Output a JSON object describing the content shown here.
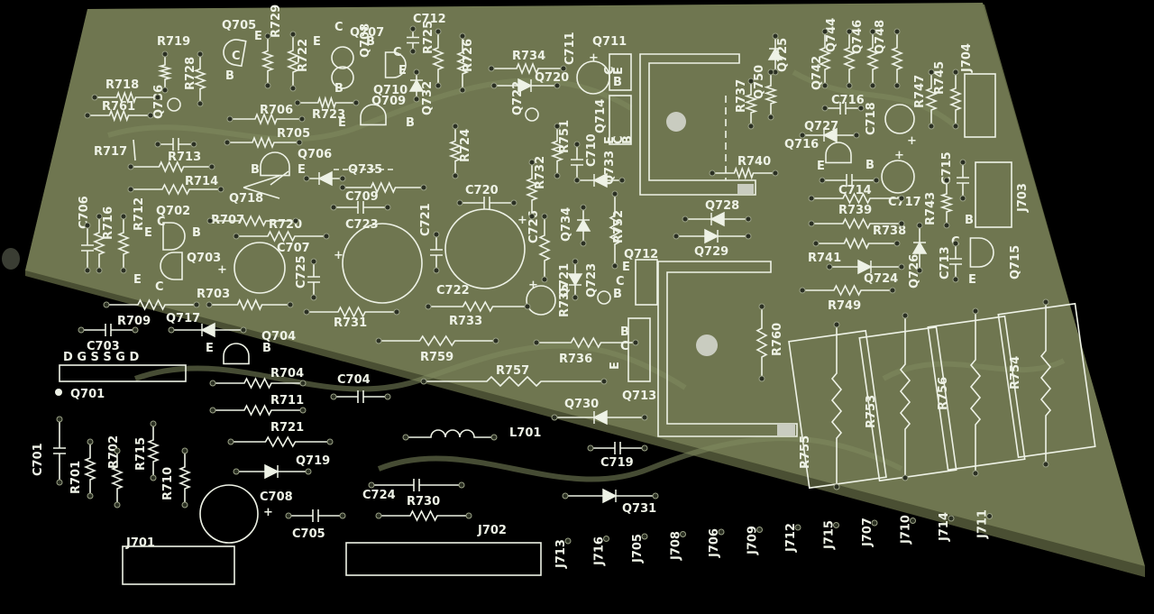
{
  "board": {
    "colors": {
      "background": "#000000",
      "board": "#6f7650",
      "board_edge": "#5b613f",
      "silkscreen": "#eef2e6",
      "pad": "#2a2f22",
      "heatsink_tab": "#c9ccc0"
    },
    "labels": {
      "R719": "R719",
      "Q705": "Q705",
      "R729": "R729",
      "R722": "R722",
      "Q707": "Q707",
      "Q708": "Q708",
      "C712": "C712",
      "R725": "R725",
      "R726": "R726",
      "R734": "R734",
      "C711": "C711",
      "Q711": "Q711",
      "Q720": "Q720",
      "R718": "R718",
      "R728": "R728",
      "R761": "R761",
      "Q736": "Q736",
      "R706": "R706",
      "R723": "R723",
      "Q709": "Q709",
      "Q710": "Q710",
      "Q732": "Q732",
      "Q722": "Q722",
      "Q714": "Q714",
      "R705": "R705",
      "R724": "R724",
      "R717": "R717",
      "R713": "R713",
      "Q706": "Q706",
      "Q735": "Q735",
      "R751": "R751",
      "C710": "C710",
      "R732": "R732",
      "Q733": "Q733",
      "R714": "R714",
      "Q718": "Q718",
      "C709": "C709",
      "C720": "C720",
      "C706": "C706",
      "R716": "R716",
      "R712": "R712",
      "Q702": "Q702",
      "R707": "R707",
      "R720": "R720",
      "C723": "C723",
      "C721": "C721",
      "C726": "C726",
      "Q734": "Q734",
      "R752": "R752",
      "Q703": "Q703",
      "C707": "C707",
      "C725": "C725",
      "Q712": "Q712",
      "R703": "R703",
      "C722": "C722",
      "Q721": "Q721",
      "Q723": "Q723",
      "R735": "R735",
      "R709": "R709",
      "R731": "R731",
      "R733": "R733",
      "Q717": "Q717",
      "Q704": "Q704",
      "C703": "C703",
      "R759": "R759",
      "R736": "R736",
      "Q701": "Q701",
      "R704": "R704",
      "C704": "C704",
      "R757": "R757",
      "Q713": "Q713",
      "R711": "R711",
      "Q730": "Q730",
      "R721": "R721",
      "L701": "L701",
      "C719": "C719",
      "C701": "C701",
      "R701": "R701",
      "R702": "R702",
      "R715": "R715",
      "R710": "R710",
      "Q719": "Q719",
      "C708": "C708",
      "C724": "C724",
      "R730": "R730",
      "Q731": "Q731",
      "C705": "C705",
      "J701": "J701",
      "J702": "J702",
      "J713": "J713",
      "J716": "J716",
      "J705": "J705",
      "J708": "J708",
      "J706": "J706",
      "J709": "J709",
      "J712": "J712",
      "J715": "J715",
      "J707": "J707",
      "J710": "J710",
      "J714": "J714",
      "J711": "J711",
      "Q725": "Q725",
      "Q742": "Q742",
      "Q744": "Q744",
      "Q746": "Q746",
      "Q748": "Q748",
      "J704": "J704",
      "Q750": "Q750",
      "R737": "R737",
      "C716": "C716",
      "R747": "R747",
      "R745": "R745",
      "Q727": "Q727",
      "C718": "C718",
      "Q716": "Q716",
      "R740": "R740",
      "C714": "C714",
      "C717": "C717",
      "C715": "C715",
      "J703": "J703",
      "Q728": "Q728",
      "R739": "R739",
      "R743": "R743",
      "R738": "R738",
      "Q729": "Q729",
      "R741": "R741",
      "Q726": "Q726",
      "C713": "C713",
      "Q715": "Q715",
      "Q724": "Q724",
      "R749": "R749",
      "R760": "R760",
      "R753": "R753",
      "R756": "R756",
      "R754": "R754",
      "R755": "R755",
      "pin_E": "E",
      "pin_B": "B",
      "pin_C": "C",
      "pin_D": "D",
      "pin_G": "G",
      "pin_S": "S",
      "plus": "+",
      "q701_pins": "D  G  S       S  G  D"
    }
  }
}
